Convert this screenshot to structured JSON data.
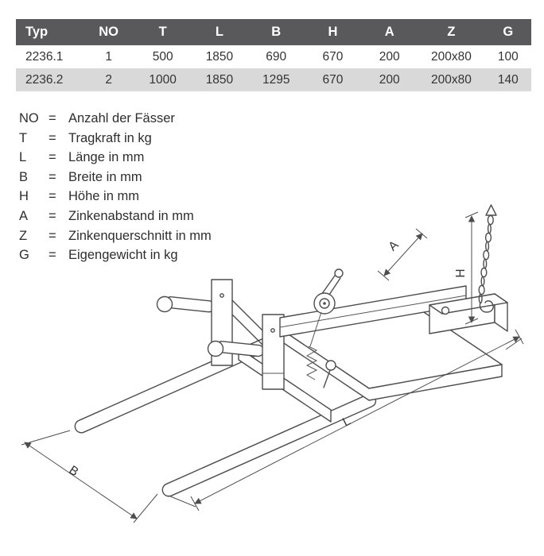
{
  "table": {
    "headers": [
      "Typ",
      "NO",
      "T",
      "L",
      "B",
      "H",
      "A",
      "Z",
      "G"
    ],
    "rows": [
      [
        "2236.1",
        "1",
        "500",
        "1850",
        "690",
        "670",
        "200",
        "200x80",
        "100"
      ],
      [
        "2236.2",
        "2",
        "1000",
        "1850",
        "1295",
        "670",
        "200",
        "200x80",
        "140"
      ]
    ]
  },
  "legend": {
    "items": [
      {
        "abbr": "NO",
        "eq": "=",
        "desc": "Anzahl der Fässer"
      },
      {
        "abbr": "T",
        "eq": "=",
        "desc": "Tragkraft in kg"
      },
      {
        "abbr": "L",
        "eq": "=",
        "desc": "Länge in mm"
      },
      {
        "abbr": "B",
        "eq": "=",
        "desc": "Breite in mm"
      },
      {
        "abbr": "H",
        "eq": "=",
        "desc": "Höhe in mm"
      },
      {
        "abbr": "A",
        "eq": "=",
        "desc": "Zinkenabstand in mm"
      },
      {
        "abbr": "Z",
        "eq": "=",
        "desc": "Zinkenquerschnitt in mm"
      },
      {
        "abbr": "G",
        "eq": "=",
        "desc": "Eigengewicht in kg"
      }
    ]
  },
  "drawing": {
    "dim_labels": {
      "a": "A",
      "h": "H",
      "l": "L",
      "b": "B"
    }
  },
  "colors": {
    "header_bg": "#59595b",
    "row_alt_bg": "#d9d9d9",
    "line": "#4d4d4d"
  }
}
